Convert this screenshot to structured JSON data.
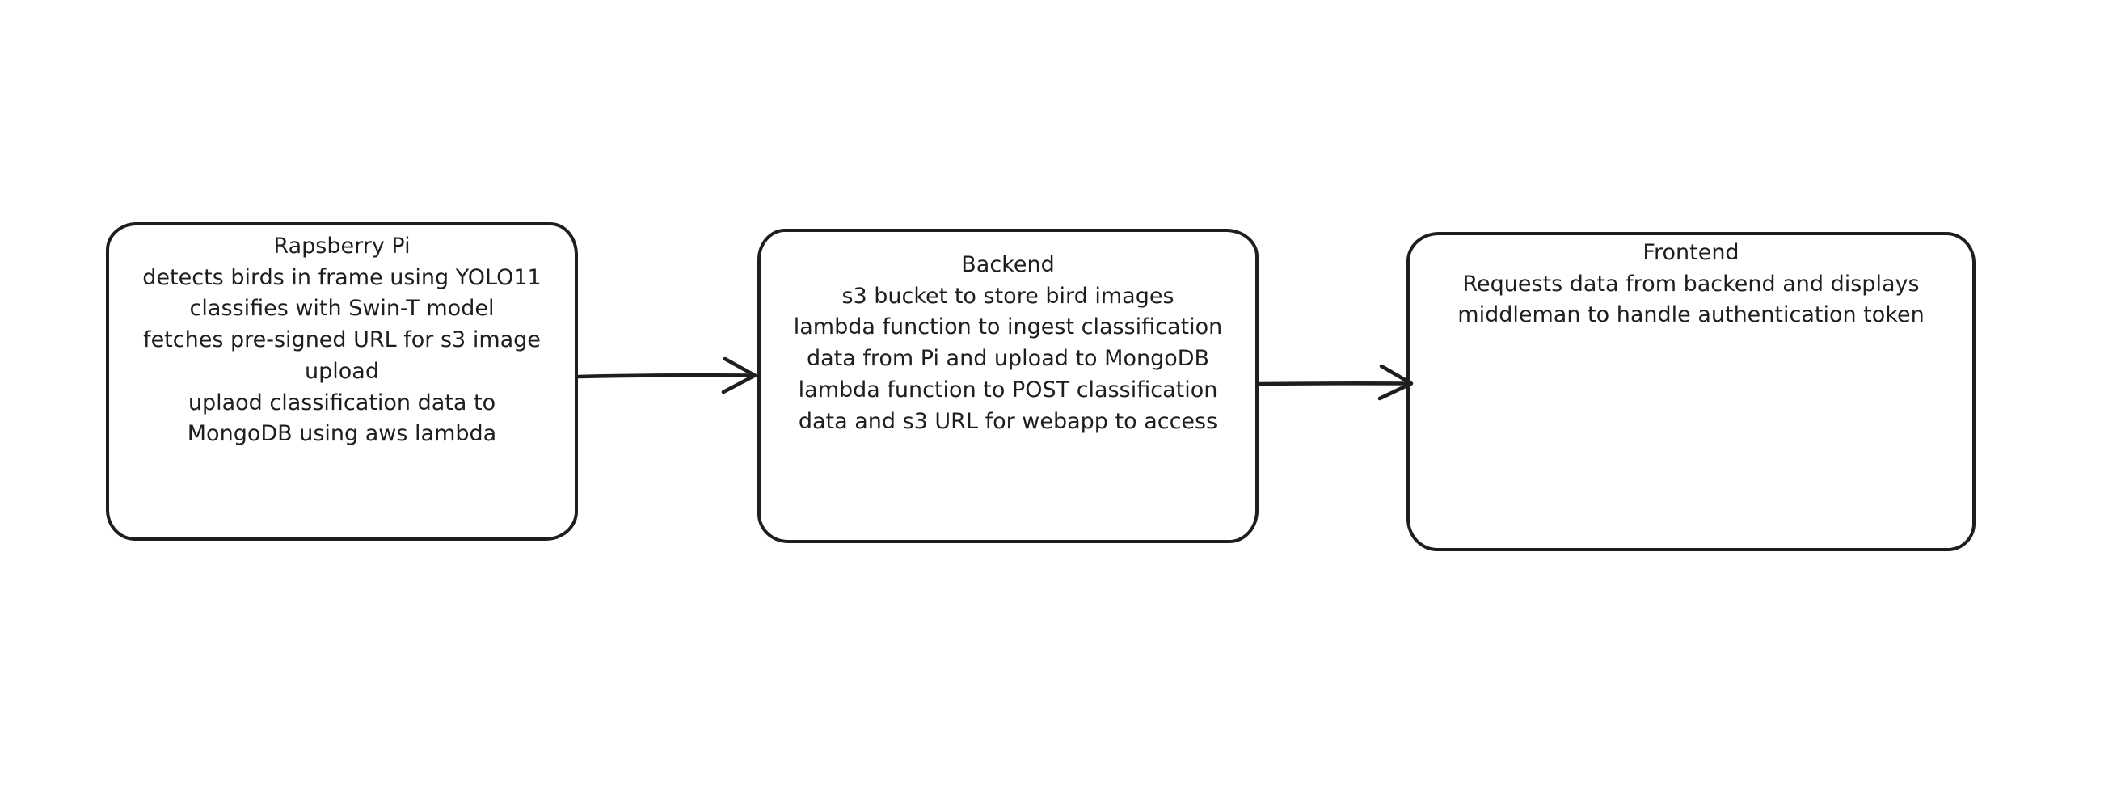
{
  "colors": {
    "stroke": "#1e1e1e",
    "background": "#ffffff"
  },
  "diagram": {
    "type": "flowchart",
    "nodes": [
      {
        "id": "raspberry-pi",
        "title": "Rapsberry Pi",
        "lines": [
          "detects birds in frame using YOLO11",
          "classifies with Swin-T model",
          "fetches pre-signed URL for s3 image",
          "upload",
          "uplaod classification data to",
          "MongoDB using aws lambda"
        ]
      },
      {
        "id": "backend",
        "title": "Backend",
        "lines": [
          "s3 bucket to store bird images",
          "lambda function to ingest classification",
          "data from Pi and upload to MongoDB",
          "lambda function to POST classification",
          "data and s3 URL for webapp to access"
        ]
      },
      {
        "id": "frontend",
        "title": "Frontend",
        "lines": [
          "Requests data from backend and displays",
          "middleman to handle authentication token"
        ]
      }
    ],
    "connectors": [
      {
        "from": "raspberry-pi",
        "to": "backend",
        "style": "arrow-right"
      },
      {
        "from": "backend",
        "to": "frontend",
        "style": "arrow-right"
      }
    ]
  }
}
